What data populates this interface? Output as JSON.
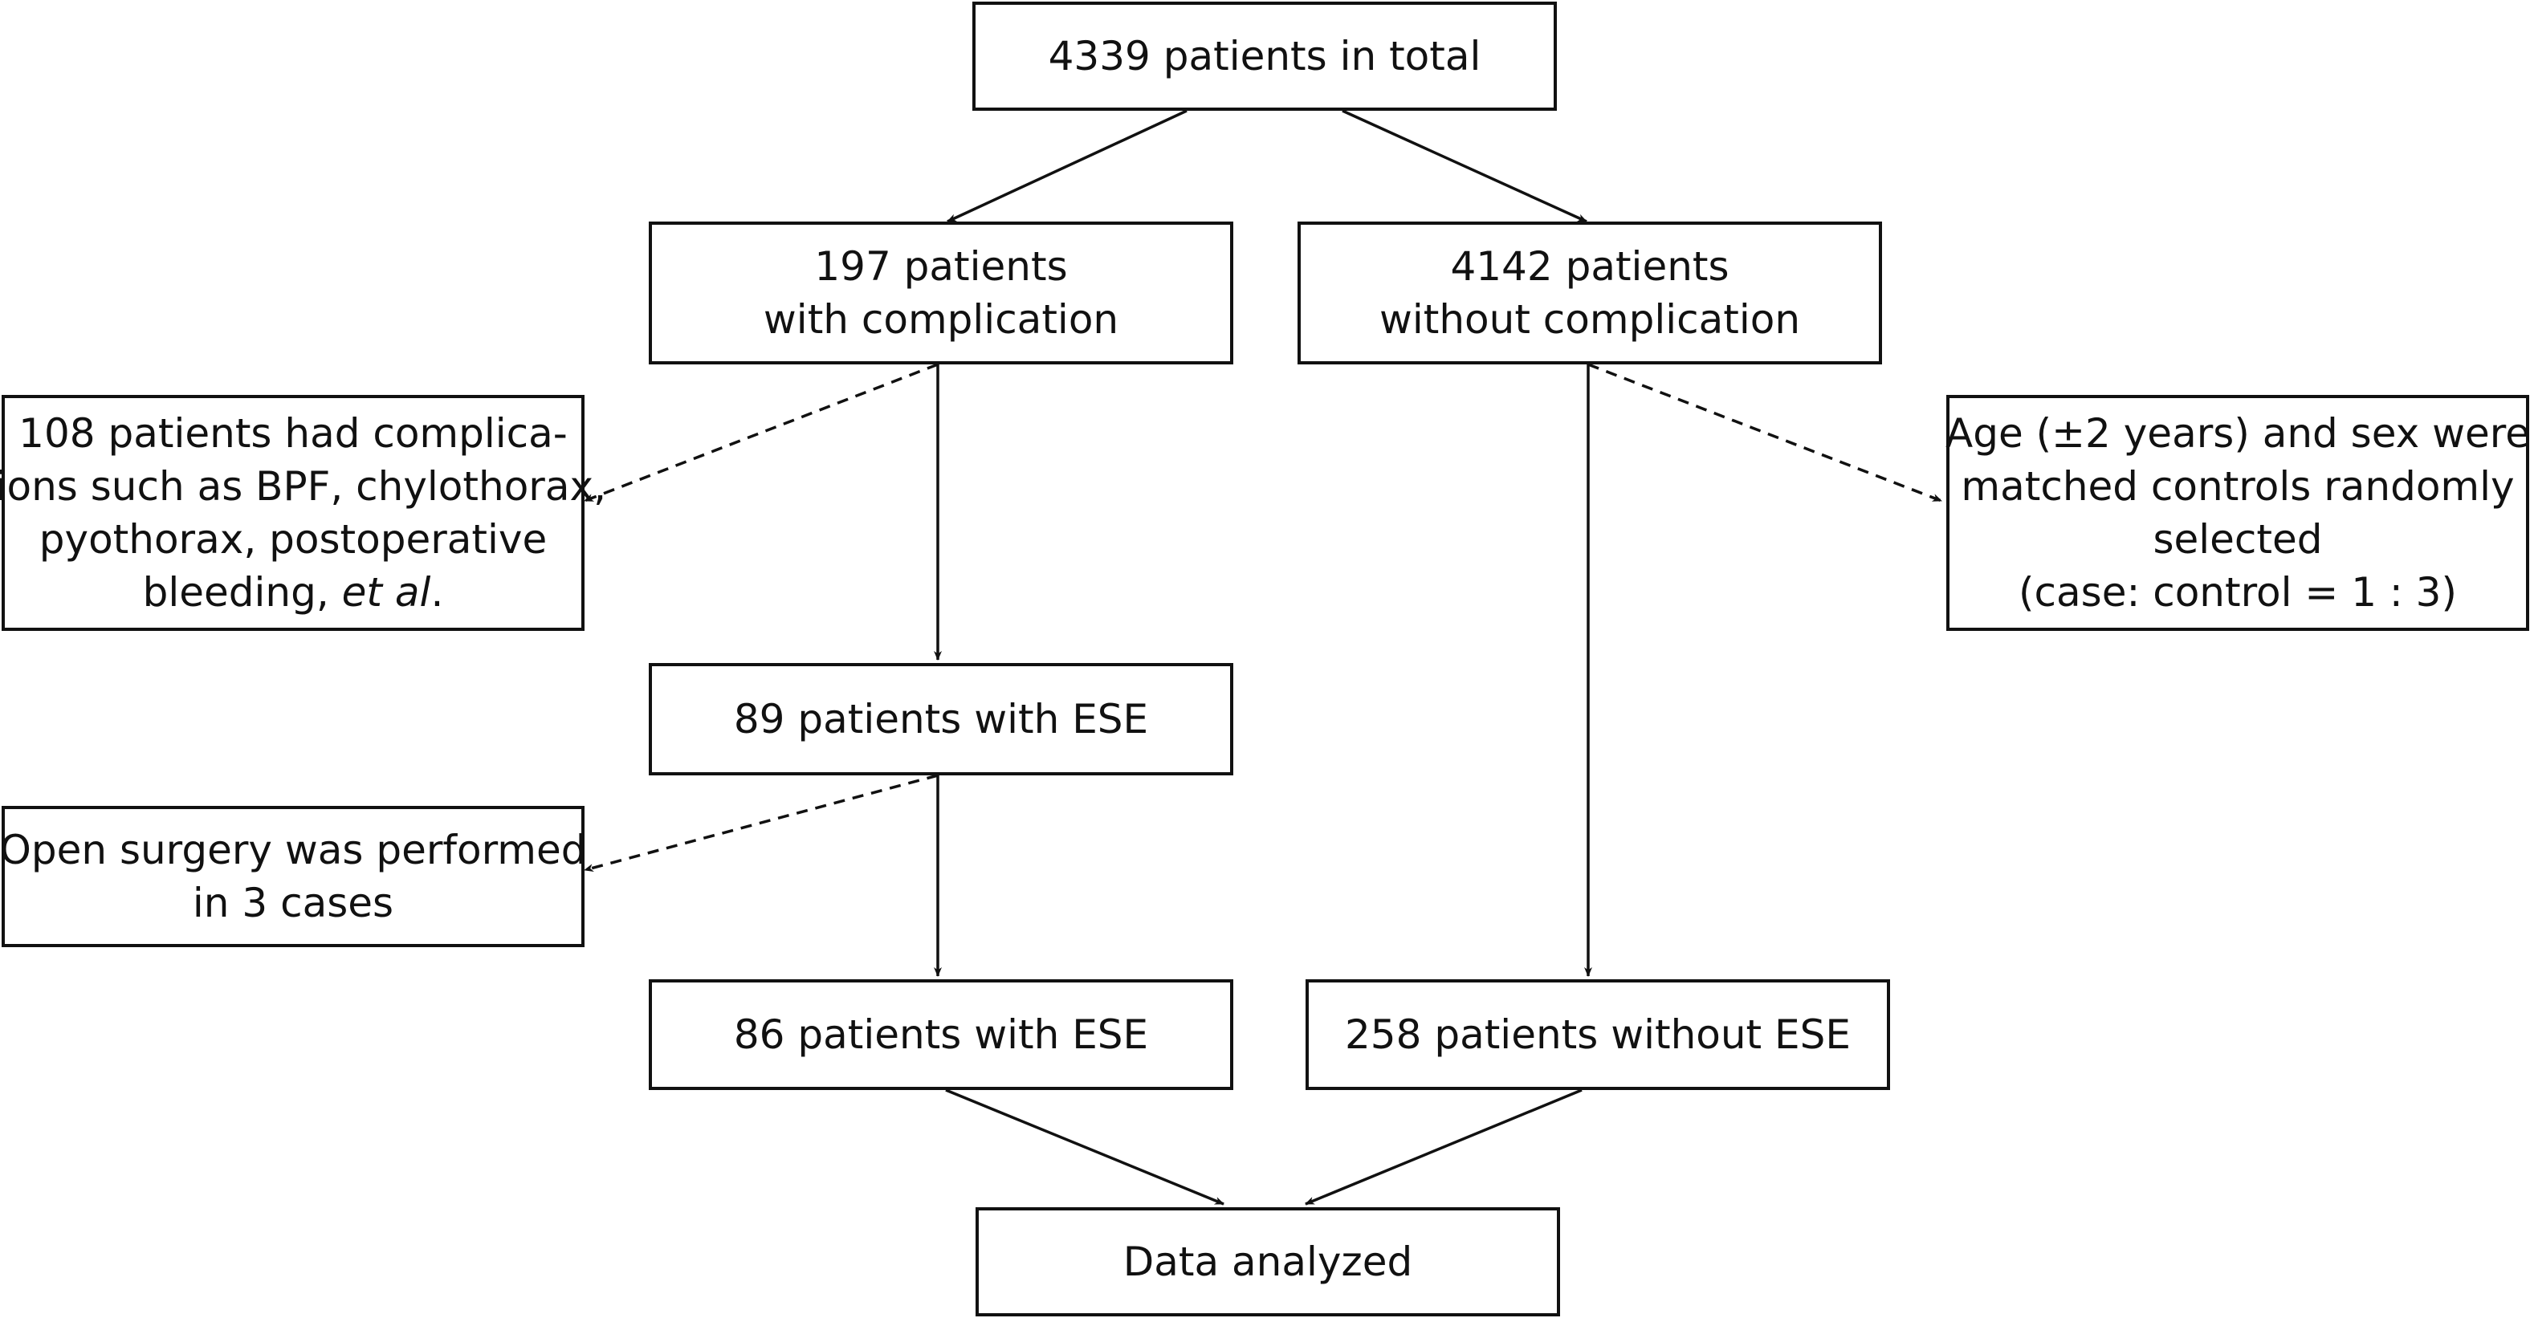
{
  "flowchart": {
    "total": "4339 patients in total",
    "with_complication": {
      "line1": "197 patients",
      "line2": "with complication"
    },
    "without_complication": {
      "line1": "4142 patients",
      "line2": "without complication"
    },
    "excluded_complications": {
      "line1": "108 patients had complica-",
      "line2": "tions such as BPF, chylothorax,",
      "line3": "pyothorax, postoperative",
      "line4_prefix": "bleeding, ",
      "line4_italic": "et al",
      "line4_suffix": "."
    },
    "matching": {
      "line1": "Age (±2 years) and sex were",
      "line2": "matched controls randomly",
      "line3": "selected",
      "line4": "(case: control = 1 : 3)"
    },
    "ese_89": "89 patients with ESE",
    "open_surgery": {
      "line1": "Open surgery was performed",
      "line2": "in 3 cases"
    },
    "ese_86": "86 patients with ESE",
    "without_ese_258": "258 patients without ESE",
    "data_analyzed": "Data analyzed"
  },
  "colors": {
    "stroke": "#111111",
    "background": "#ffffff"
  }
}
